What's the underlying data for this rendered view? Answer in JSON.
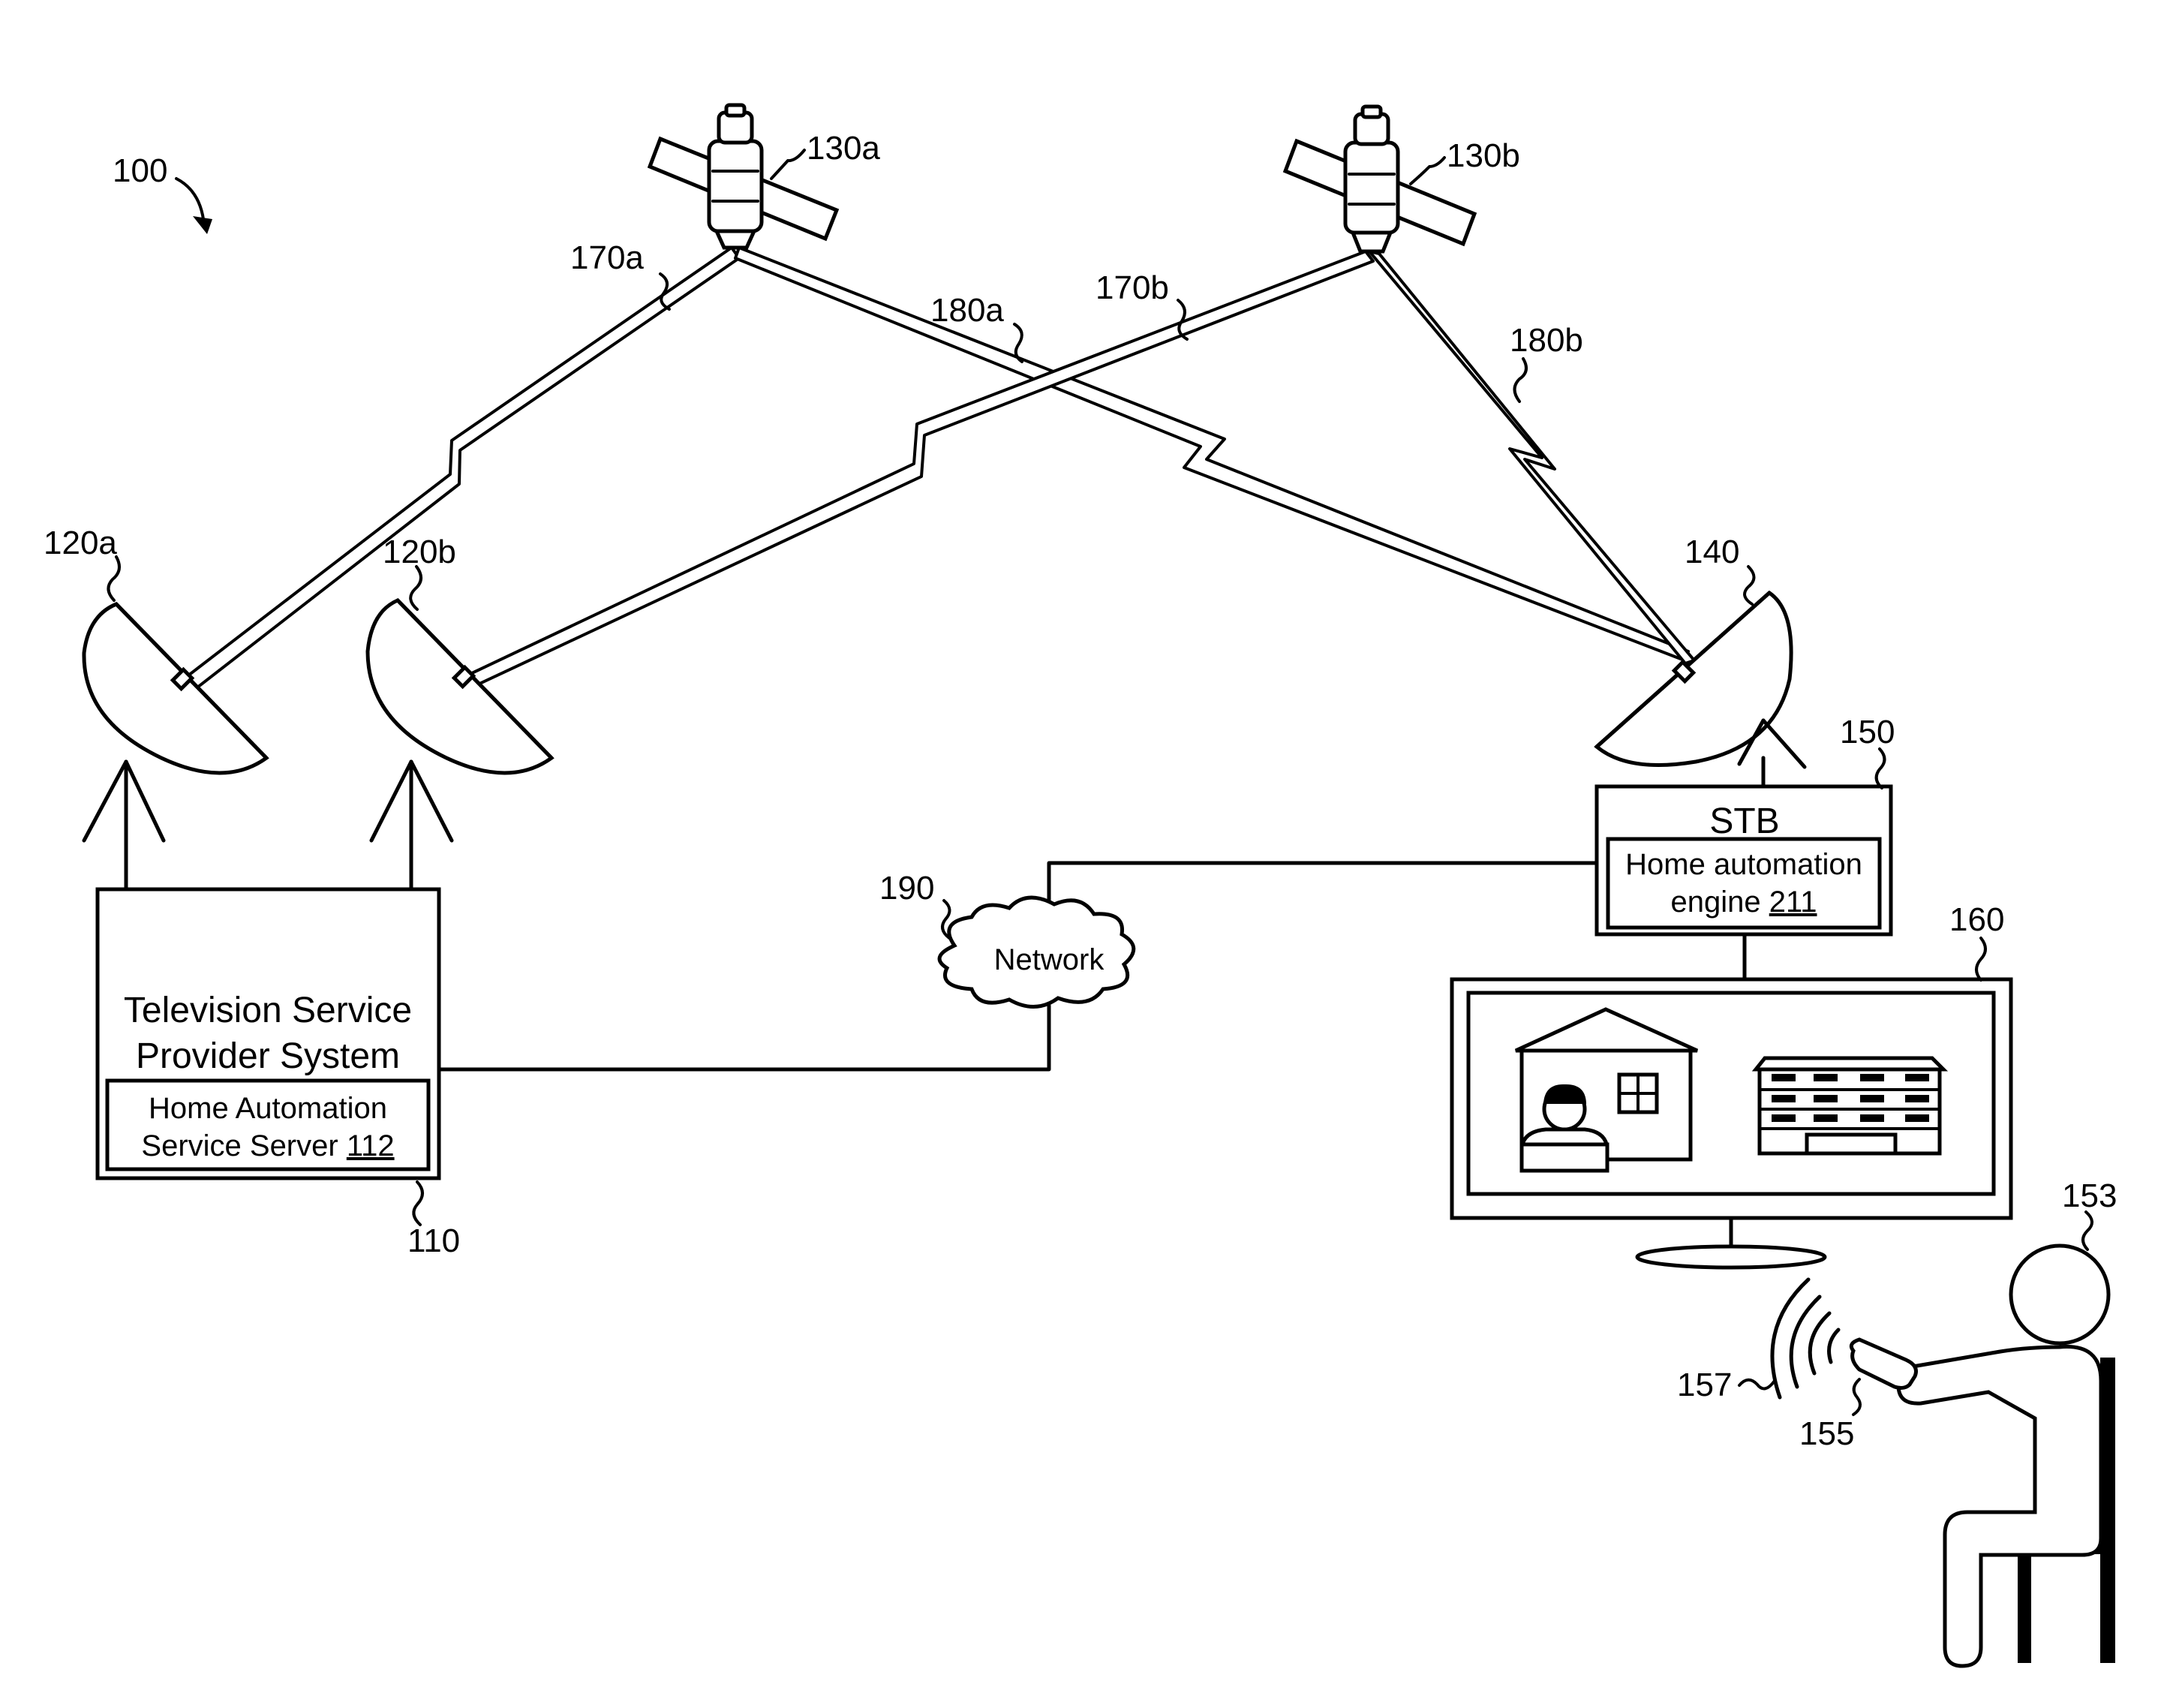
{
  "refs": {
    "system": "100",
    "sat_a": "130a",
    "sat_b": "130b",
    "up_a": "170a",
    "up_b": "170b",
    "down_a": "180a",
    "down_b": "180b",
    "dish_a": "120a",
    "dish_b": "120b",
    "dish_rx": "140",
    "stb": "150",
    "network": "190",
    "tv": "160",
    "provider": "110",
    "user": "153",
    "signal": "157",
    "remote": "155"
  },
  "provider": {
    "title_line1": "Television Service",
    "title_line2": "Provider System",
    "server_line1": "Home Automation",
    "server_line2_prefix": "Service Server ",
    "server_number": "112"
  },
  "stb": {
    "title": "STB",
    "engine_line1": "Home automation",
    "engine_line2_prefix": "engine ",
    "engine_number": "211"
  },
  "network": {
    "label": "Network"
  }
}
